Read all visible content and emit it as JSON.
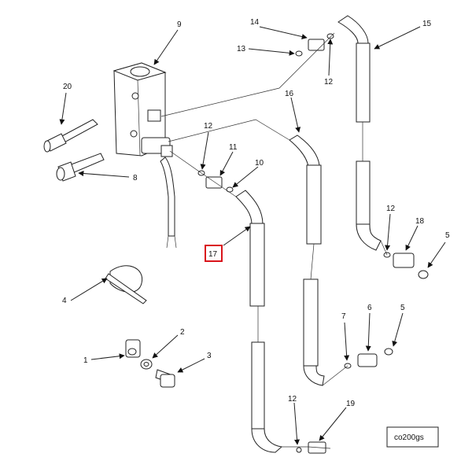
{
  "diagram": {
    "reference_code": "co200gs",
    "highlight_color": "#d9141b",
    "callouts": [
      {
        "id": "c1",
        "label": "1"
      },
      {
        "id": "c2",
        "label": "2"
      },
      {
        "id": "c3",
        "label": "3"
      },
      {
        "id": "c4",
        "label": "4"
      },
      {
        "id": "c5a",
        "label": "5"
      },
      {
        "id": "c5b",
        "label": "5"
      },
      {
        "id": "c6",
        "label": "6"
      },
      {
        "id": "c7",
        "label": "7"
      },
      {
        "id": "c8",
        "label": "8"
      },
      {
        "id": "c9",
        "label": "9"
      },
      {
        "id": "c10",
        "label": "10"
      },
      {
        "id": "c11",
        "label": "11"
      },
      {
        "id": "c12a",
        "label": "12"
      },
      {
        "id": "c12b",
        "label": "12"
      },
      {
        "id": "c12c",
        "label": "12"
      },
      {
        "id": "c12d",
        "label": "12"
      },
      {
        "id": "c13",
        "label": "13"
      },
      {
        "id": "c14",
        "label": "14"
      },
      {
        "id": "c15",
        "label": "15"
      },
      {
        "id": "c16",
        "label": "16"
      },
      {
        "id": "c17",
        "label": "17",
        "highlighted": true
      },
      {
        "id": "c18",
        "label": "18"
      },
      {
        "id": "c19",
        "label": "19"
      },
      {
        "id": "c20",
        "label": "20"
      }
    ]
  }
}
